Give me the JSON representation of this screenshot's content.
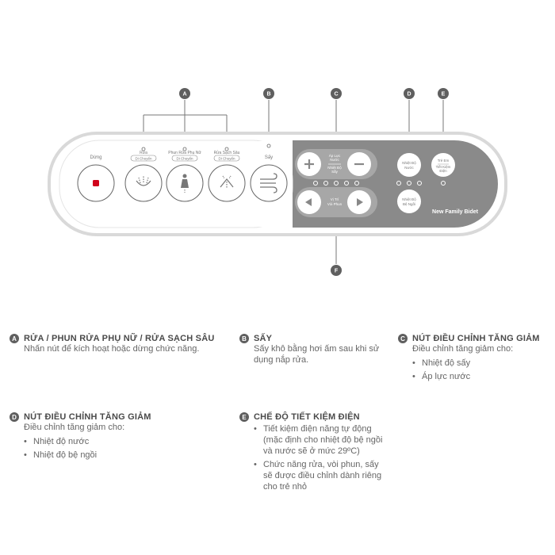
{
  "labels": {
    "a": "A",
    "b": "B",
    "c": "C",
    "d": "D",
    "e": "E",
    "f": "F"
  },
  "panel": {
    "stop_label": "Dừng",
    "wash_label": "Rửa",
    "feminine_label": "Phun Rửa Phụ Nữ",
    "deep_label": "Rửa Sạch Sâu",
    "move_tag": "Di Chuyển",
    "dry_label": "Sấy",
    "pressure_text_1": "Áp Lực",
    "pressure_text_2": "Nước",
    "dry_temp_text_1": "Nhiệt Độ",
    "dry_temp_text_2": "Sấy",
    "position_text_1": "Vị Trí",
    "position_text_2": "Vòi Phun",
    "water_temp_1": "Nhiệt Độ",
    "water_temp_2": "Nước",
    "seat_temp_1": "Nhiệt Độ",
    "seat_temp_2": "Bệ Ngồi",
    "child_text": "Trẻ Em",
    "save_text_1": "Tiết Kiệm",
    "save_text_2": "Điện",
    "brand": "New Family Bidet"
  },
  "sections": {
    "a": {
      "letter": "A",
      "title": "RỬA / PHUN RỬA PHỤ NỮ / RỬA SẠCH SÂU",
      "desc": "Nhấn nút để kích hoạt hoặc dừng chức năng."
    },
    "b": {
      "letter": "B",
      "title": "SẤY",
      "desc": "Sấy khô bằng hơi ấm sau khi sử dụng nắp rửa."
    },
    "c": {
      "letter": "C",
      "title": "NÚT ĐIỀU CHỈNH TĂNG GIẢM",
      "desc": "Điều chỉnh tăng giảm cho:",
      "items": [
        "Nhiệt độ sấy",
        "Áp lực nước"
      ]
    },
    "d": {
      "letter": "D",
      "title": "NÚT ĐIỀU CHỈNH TĂNG GIẢM",
      "desc": "Điều chỉnh tăng giảm cho:",
      "items": [
        "Nhiệt độ nước",
        "Nhiệt độ bệ ngồi"
      ]
    },
    "e": {
      "letter": "E",
      "title": "CHẾ ĐỘ TIẾT KIỆM ĐIỆN",
      "items": [
        "Tiết kiệm điện năng tự động (mặc định cho nhiệt độ bệ ngồi và nước sẽ ở mức 29ºC)",
        "Chức năng rửa, vòi phun, sấy sẽ được điều chỉnh dành riêng cho trẻ nhỏ"
      ]
    }
  },
  "colors": {
    "panel_gray": "#8a8a8a",
    "accent_red": "#d0021b",
    "marker_gray": "#5f5f5f"
  }
}
